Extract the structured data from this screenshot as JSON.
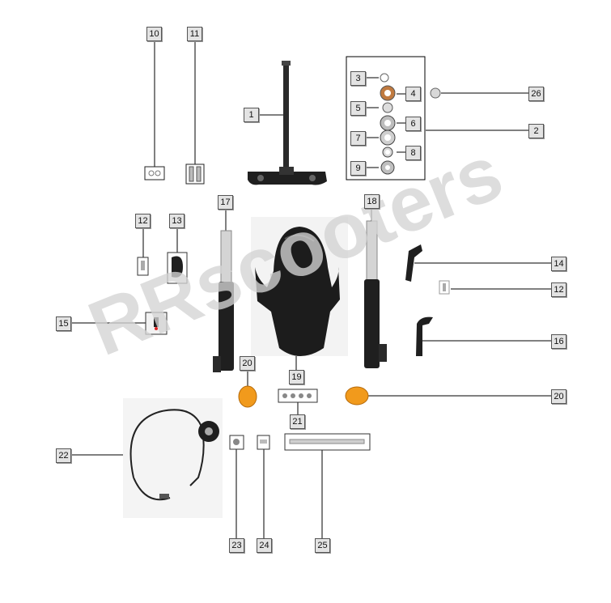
{
  "watermark": "RRscooters",
  "callouts": {
    "c10": "10",
    "c11": "11",
    "c1": "1",
    "c3": "3",
    "c4": "4",
    "c5": "5",
    "c6": "6",
    "c7": "7",
    "c8": "8",
    "c9": "9",
    "c2": "2",
    "c26": "26",
    "c17": "17",
    "c18": "18",
    "c12a": "12",
    "c13": "13",
    "c14": "14",
    "c12b": "12",
    "c15": "15",
    "c16": "16",
    "c20a": "20",
    "c19": "19",
    "c20b": "20",
    "c21": "21",
    "c22": "22",
    "c23": "23",
    "c24": "24",
    "c25": "25"
  },
  "colors": {
    "part_dark": "#1e1e1e",
    "reflector": "#f19a1c",
    "bearing": "#c9c9c9",
    "line": "#000000"
  }
}
